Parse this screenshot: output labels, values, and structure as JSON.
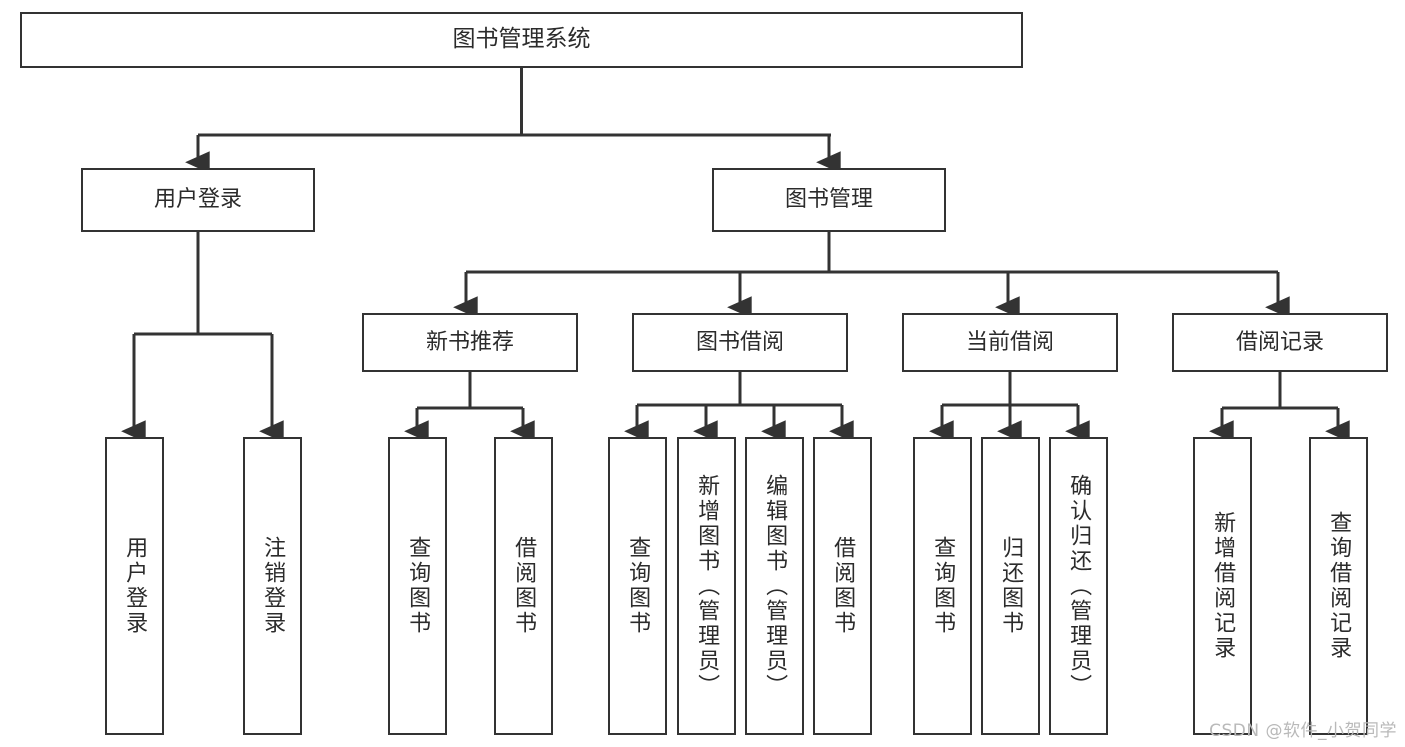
{
  "diagram": {
    "title_node": {
      "label": "图书管理系统"
    },
    "level2": [
      {
        "id": "user-login",
        "label": "用户登录"
      },
      {
        "id": "book-management",
        "label": "图书管理"
      }
    ],
    "level3": [
      {
        "id": "new-book-recommend",
        "label": "新书推荐"
      },
      {
        "id": "book-borrow",
        "label": "图书借阅"
      },
      {
        "id": "current-borrow",
        "label": "当前借阅"
      },
      {
        "id": "borrow-record",
        "label": "借阅记录"
      }
    ],
    "leaves": [
      {
        "id": "leaf-user-login",
        "label": "用户登录"
      },
      {
        "id": "leaf-logout-login",
        "label": "注销登录"
      },
      {
        "id": "leaf-query-book-1",
        "label": "查询图书"
      },
      {
        "id": "leaf-borrow-book-1",
        "label": "借阅图书"
      },
      {
        "id": "leaf-query-book-2",
        "label": "查询图书"
      },
      {
        "id": "leaf-add-book-admin",
        "label": "新增图书（管理员）"
      },
      {
        "id": "leaf-edit-book-admin",
        "label": "编辑图书（管理员）"
      },
      {
        "id": "leaf-borrow-book-2",
        "label": "借阅图书"
      },
      {
        "id": "leaf-query-book-3",
        "label": "查询图书"
      },
      {
        "id": "leaf-return-book",
        "label": "归还图书"
      },
      {
        "id": "leaf-confirm-return-admin",
        "label": "确认归还（管理员）"
      },
      {
        "id": "leaf-add-borrow-record",
        "label": "新增借阅记录"
      },
      {
        "id": "leaf-query-borrow-record",
        "label": "查询借阅记录"
      }
    ],
    "watermark": "CSDN @软件_小贺同学",
    "colors": {
      "border": "#333333",
      "text": "#2b2b2b",
      "connector": "#333333",
      "background": "#ffffff",
      "watermark": "#b9b9b9"
    }
  }
}
